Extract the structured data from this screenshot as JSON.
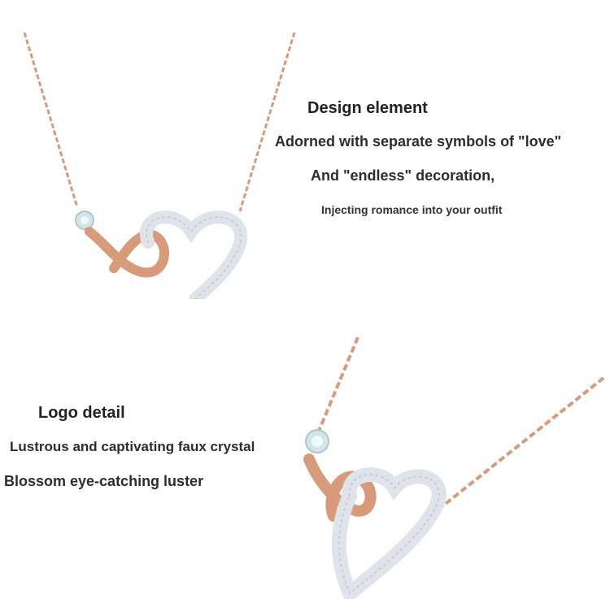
{
  "top_section": {
    "heading": "Design element",
    "line1": "Adorned with separate symbols of \"love\"",
    "line2": "And \"endless\" decoration,",
    "line3": "Injecting romance into your outfit"
  },
  "bottom_section": {
    "heading": "Logo detail",
    "line1": "Lustrous and captivating faux crystal",
    "line2": "Blossom eye-catching luster"
  },
  "colors": {
    "background": "#ffffff",
    "rose_gold": "#d79b79",
    "silver_pave": "#dfe3ea",
    "crystal": "#cfe6ea"
  }
}
